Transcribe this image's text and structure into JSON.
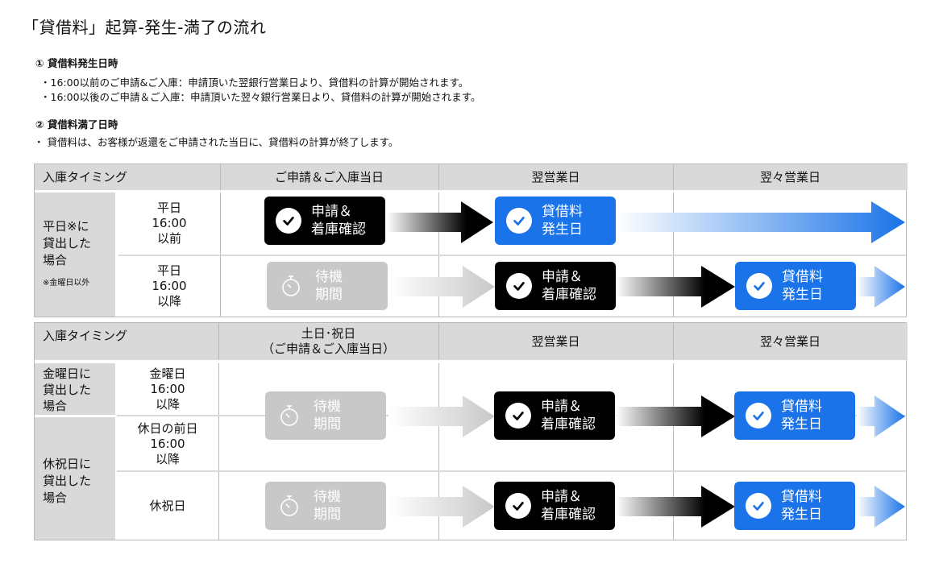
{
  "title": "「貸借料」起算-発生-満了の流れ",
  "section1": {
    "heading": "① 貸借料発生日時",
    "lines": [
      "・16:00以前のご申請&ご入庫：申請頂いた翌銀行営業日より、貸借料の計算が開始されます。",
      "・16:00以後のご申請＆ご入庫：申請頂いた翌々銀行営業日より、貸借料の計算が開始されます。"
    ]
  },
  "section2": {
    "heading": "② 貸借料満了日時",
    "lines": [
      "・ 貸借料は、お客様が返還をご申請された当日に、貸借料の計算が終了します。"
    ]
  },
  "table1": {
    "header": [
      "入庫タイミング",
      "ご申請＆ご入庫当日",
      "翌営業日",
      "翌々営業日"
    ],
    "group_label": "平日※に\n貸出した\n場合",
    "group_note": "※金曜日以外",
    "rows": [
      {
        "timing": "平日\n16:00\n以前"
      },
      {
        "timing": "平日\n16:00\n以降"
      }
    ]
  },
  "table2": {
    "header": [
      "入庫タイミング",
      "土日･祝日\n（ご申請＆ご入庫当日）",
      "翌営業日",
      "翌々営業日"
    ],
    "group1_label": "金曜日に\n貸出した\n場合",
    "group2_label": "休祝日に\n貸出した\n場合",
    "rows": [
      {
        "timing": "金曜日\n16:00\n以降"
      },
      {
        "timing": "休日の前日\n16:00\n以降"
      },
      {
        "timing": "休祝日"
      }
    ]
  },
  "labels": {
    "apply": "申請＆\n着庫確認",
    "fee": "貸借料\n発生日",
    "wait": "待機\n期間"
  },
  "colors": {
    "blue": "#1a73e8",
    "black": "#000000",
    "gray": "#c8c8c8",
    "header_bg": "#d9d9d9"
  }
}
